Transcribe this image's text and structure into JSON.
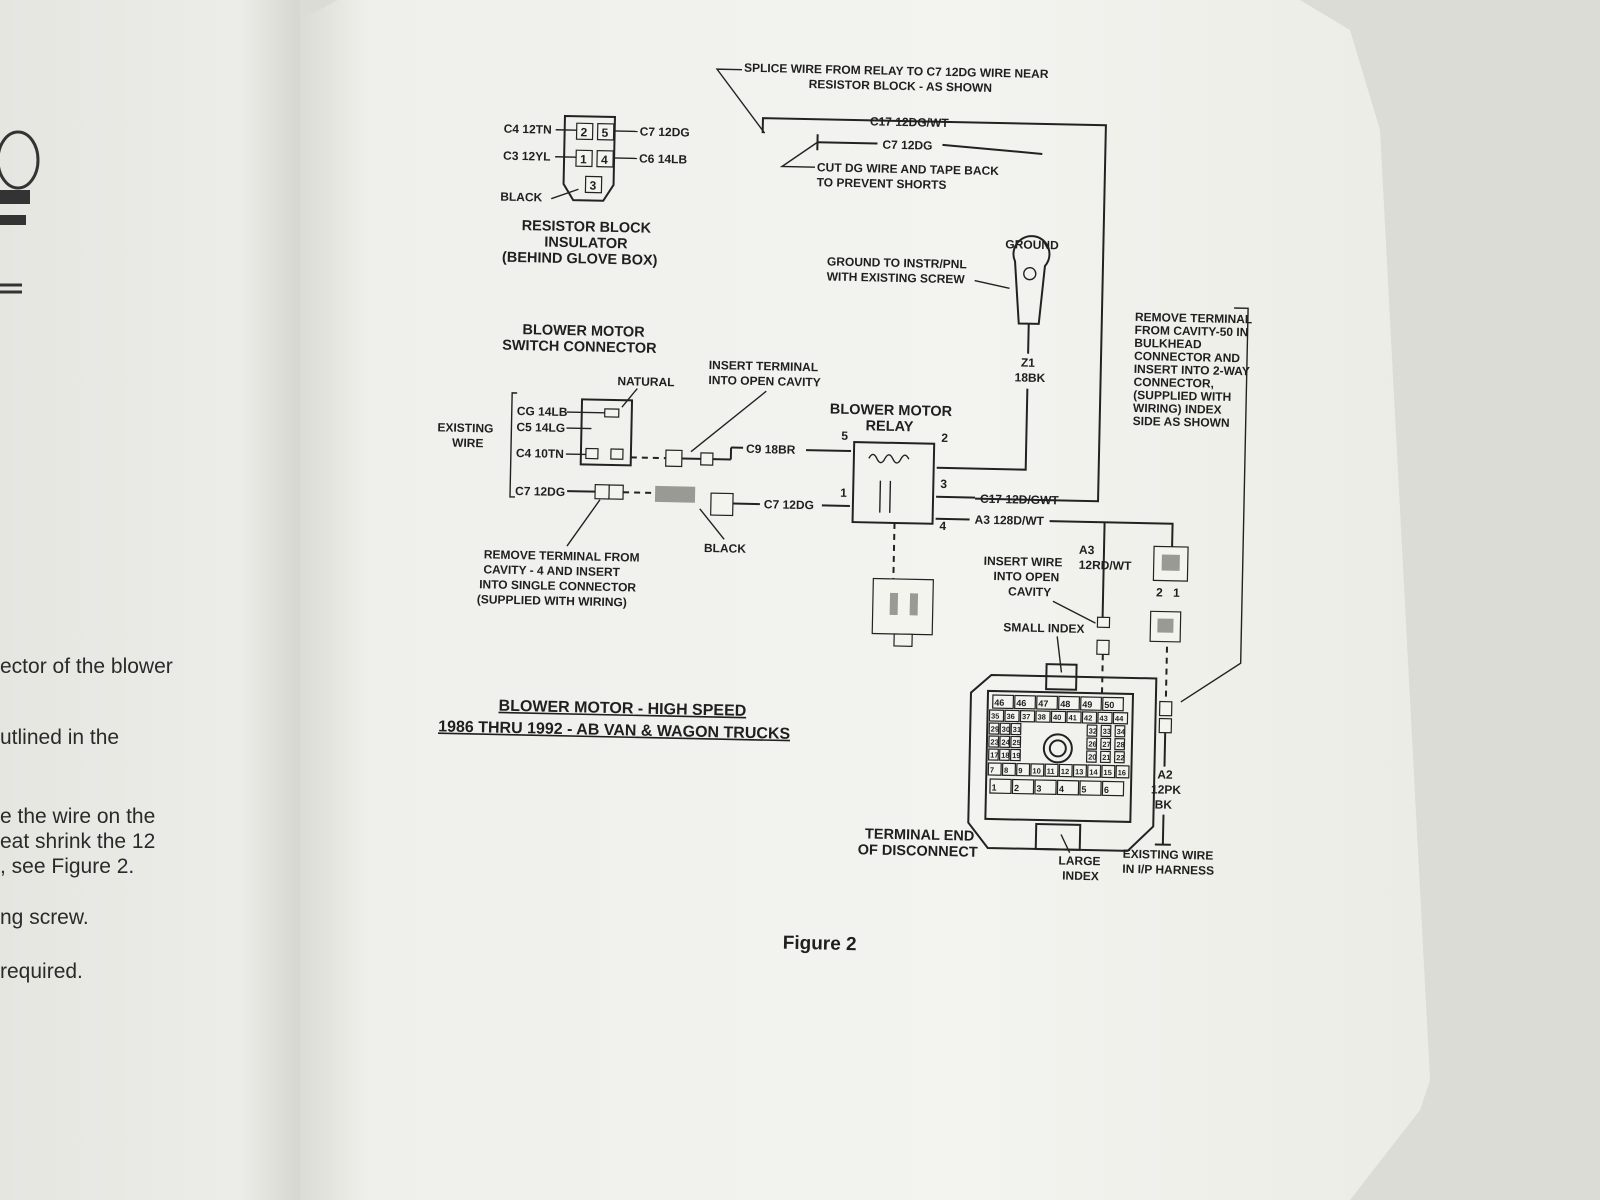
{
  "left_page": {
    "fragments": [
      "ector of the blower",
      "utlined in the",
      "e the wire on the",
      "eat shrink the 12",
      ", see Figure 2.",
      "ng screw.",
      "required."
    ]
  },
  "diagram": {
    "title_line1": "BLOWER MOTOR - HIGH SPEED",
    "title_line2": "1986 THRU 1992 - AB VAN & WAGON TRUCKS",
    "caption": "Figure 2",
    "splice_note": [
      "SPLICE WIRE FROM RELAY TO C7 12DG WIRE NEAR",
      "RESISTOR BLOCK - AS SHOWN"
    ],
    "cut_note": [
      "CUT DG WIRE AND TAPE BACK",
      "TO PREVENT SHORTS"
    ],
    "resistor_block": {
      "title": [
        "RESISTOR BLOCK",
        "INSULATOR",
        "(BEHIND GLOVE BOX)"
      ],
      "pins": [
        "2",
        "5",
        "1",
        "4",
        "3"
      ],
      "wires": [
        "C4 12TN",
        "C3 12YL",
        "BLACK",
        "C7 12DG",
        "C6 14LB"
      ]
    },
    "top_wires": [
      "C17 12DG/WT",
      "C7 12DG"
    ],
    "ground": {
      "label": "GROUND",
      "note": [
        "GROUND TO INSTR/PNL",
        "WITH EXISTING SCREW"
      ],
      "wire": [
        "Z1",
        "18BK"
      ]
    },
    "switch_connector": {
      "title": [
        "BLOWER MOTOR",
        "SWITCH CONNECTOR"
      ],
      "natural": "NATURAL",
      "existing": [
        "EXISTING",
        "WIRE"
      ],
      "wires": [
        "CG 14LB",
        "C5 14LG",
        "C4 10TN",
        "C7 12DG"
      ],
      "insert_note": [
        "INSERT TERMINAL",
        "INTO OPEN CAVITY"
      ],
      "remove_note": [
        "REMOVE TERMINAL FROM",
        "CAVITY - 4 AND INSERT",
        "INTO SINGLE CONNECTOR",
        "(SUPPLIED WITH WIRING)"
      ],
      "black": "BLACK"
    },
    "relay": {
      "title": [
        "BLOWER MOTOR",
        "RELAY"
      ],
      "pins": [
        "5",
        "2",
        "1",
        "3",
        "4"
      ],
      "wires": [
        "C9 18BR",
        "C7 12DG",
        "C17 12D/GWT",
        "A3 128D/WT"
      ]
    },
    "bulkhead_note": [
      "REMOVE TERMINAL",
      "FROM CAVITY-50 IN",
      "BULKHEAD",
      "CONNECTOR AND",
      "INSERT INTO 2-WAY",
      "CONNECTOR,",
      "(SUPPLIED WITH",
      "WIRING) INDEX",
      "SIDE AS SHOWN"
    ],
    "insert_wire_note": [
      "INSERT WIRE",
      "INTO OPEN",
      "CAVITY"
    ],
    "a3_wire": [
      "A3",
      "12RD/WT"
    ],
    "two_way_pins": [
      "2",
      "1"
    ],
    "small_index": "SMALL INDEX",
    "large_index": [
      "LARGE",
      "INDEX"
    ],
    "a2_wire": [
      "A2",
      "12PK",
      "BK"
    ],
    "existing_harness": [
      "EXISTING WIRE",
      "IN I/P HARNESS"
    ],
    "disconnect": {
      "title": [
        "TERMINAL END",
        "OF DISCONNECT"
      ],
      "row1": [
        "46",
        "46",
        "47",
        "48",
        "49",
        "50"
      ],
      "row2": [
        "35",
        "36",
        "37",
        "38",
        "40",
        "41",
        "42",
        "43",
        "44"
      ],
      "row3": [
        "29",
        "30",
        "31",
        "32",
        "33",
        "34"
      ],
      "row4": [
        "23",
        "24",
        "25",
        "26",
        "27",
        "28"
      ],
      "row5": [
        "17",
        "18",
        "19",
        "20",
        "21",
        "22"
      ],
      "row6": [
        "7",
        "8",
        "9",
        "10",
        "11",
        "12",
        "13",
        "14",
        "15",
        "16"
      ],
      "row7": [
        "1",
        "2",
        "3",
        "4",
        "5",
        "6"
      ]
    }
  }
}
